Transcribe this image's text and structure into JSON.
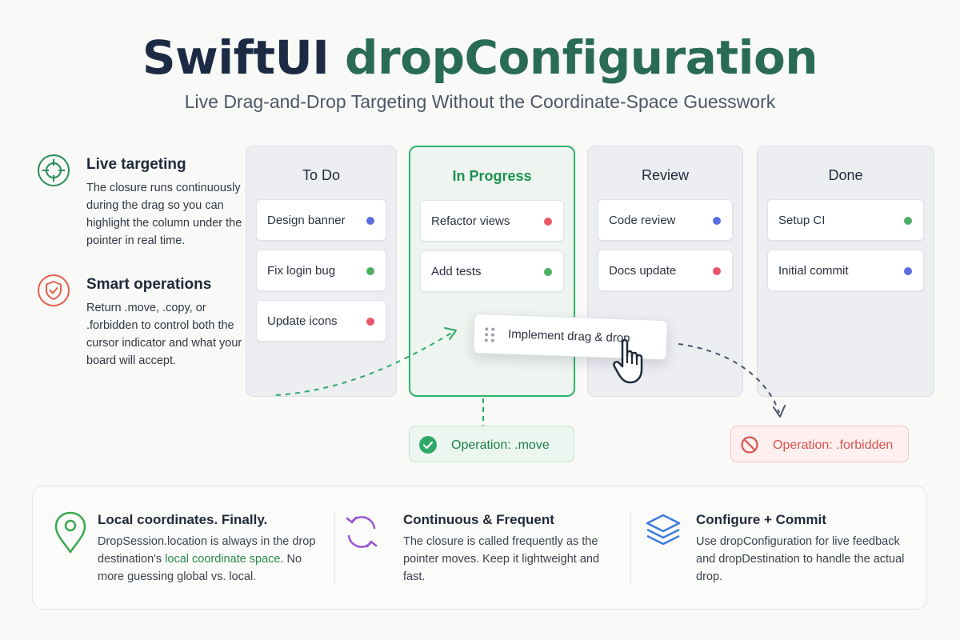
{
  "header": {
    "title_part1": "SwiftUI",
    "title_part2": "dropConfiguration",
    "subtitle": "Live Drag-and-Drop Targeting Without the Coordinate-Space Guesswork"
  },
  "features": [
    {
      "icon": "target-icon",
      "color": "#2a8a5c",
      "heading": "Live targeting",
      "body": "The closure runs continuously during the drag so you can highlight the column under the pointer in real time."
    },
    {
      "icon": "shield-check-icon",
      "color": "#e4604f",
      "heading": "Smart operations",
      "body": "Return .move, .copy, or .forbidden to control both the cursor indicator and what your board will accept."
    }
  ],
  "board": {
    "columns": [
      {
        "title": "To Do",
        "active": false,
        "cards": [
          {
            "label": "Design banner",
            "dot": "#5b6ee1"
          },
          {
            "label": "Fix login bug",
            "dot": "#4caf62"
          },
          {
            "label": "Update icons",
            "dot": "#e8566a"
          }
        ]
      },
      {
        "title": "In Progress",
        "active": true,
        "cards": [
          {
            "label": "Refactor views",
            "dot": "#e8566a"
          },
          {
            "label": "Add tests",
            "dot": "#4caf62"
          }
        ]
      },
      {
        "title": "Review",
        "active": false,
        "cards": [
          {
            "label": "Code review",
            "dot": "#5b6ee1"
          },
          {
            "label": "Docs update",
            "dot": "#e8566a"
          }
        ]
      },
      {
        "title": "Done",
        "active": false,
        "cards": [
          {
            "label": "Setup CI",
            "dot": "#4caf62"
          },
          {
            "label": "Initial commit",
            "dot": "#5b6ee1"
          }
        ]
      }
    ],
    "dragging_card": "Implement drag & drop"
  },
  "operations": {
    "move": "Operation: .move",
    "forbidden": "Operation: .forbidden"
  },
  "bottom_features": [
    {
      "icon": "location-pin-icon",
      "heading": "Local coordinates. Finally.",
      "body_pre": "DropSession.location is always in the drop destination's ",
      "body_highlight": "local coordinate space",
      "body_post": ". No more guessing global vs. local."
    },
    {
      "icon": "refresh-cycle-icon",
      "heading": "Continuous & Frequent",
      "body": "The closure is called frequently as the pointer moves. Keep it lightweight and fast."
    },
    {
      "icon": "layers-icon",
      "heading": "Configure + Commit",
      "body": "Use dropConfiguration for live feedback and dropDestination to handle the actual drop."
    }
  ],
  "colors": {
    "accent_green": "#2fb36a",
    "forbidden_red": "#d9534f",
    "navy": "#1c2a44"
  }
}
